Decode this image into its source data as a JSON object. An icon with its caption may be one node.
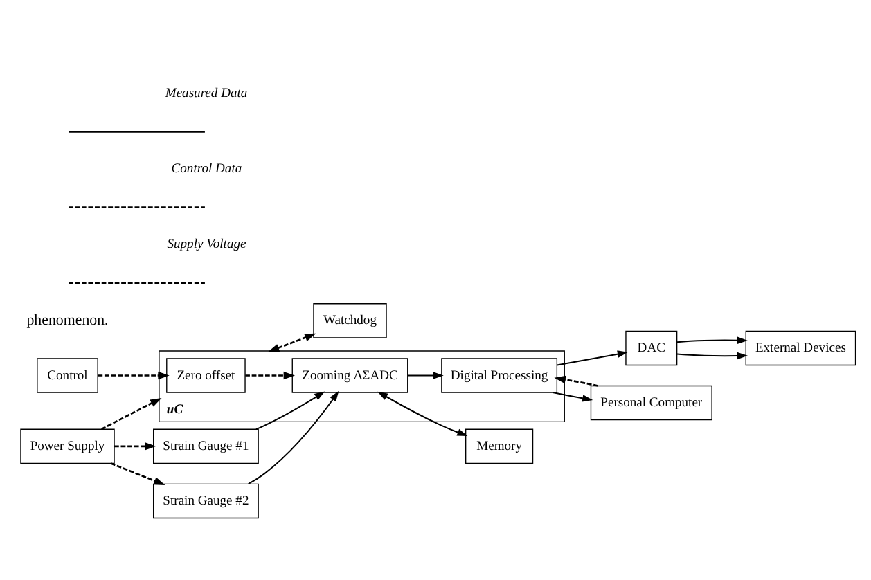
{
  "diagram": {
    "nodes": [
      {
        "text": [
          "uC"
        ]
      },
      {
        "text": [
          "Zero offset"
        ],
        "in": 0
      },
      {
        "text": [
          "Zooming ΔΣADC"
        ],
        "in": 0
      },
      {
        "text": [
          "Digital Processing"
        ],
        "in": 0
      },
      {
        "text": [
          "Strain Gauge #1"
        ]
      },
      {
        "text": [
          "Strain Gauge #2"
        ]
      },
      {
        "text": [
          "Power Supply"
        ]
      },
      {
        "text": [
          "Control"
        ]
      },
      {
        "text": [
          "Memory"
        ]
      },
      {
        "text": [
          "Watchdog"
        ]
      },
      {
        "text": [
          "DAC"
        ]
      },
      {
        "text": [
          "Personal Computer"
        ]
      },
      {
        "text": [
          "External Devices"
        ]
      }
    ],
    "edges": [
      {
        "from": 6,
        "to": 4,
        "arrow": "to",
        "style": "dashed"
      },
      {
        "from": 6,
        "to": 5,
        "arrow": "to",
        "style": "dashed"
      },
      {
        "from": 6,
        "to": 0,
        "arrow": "to",
        "style": "dashed"
      },
      {
        "from": 4,
        "to": 2,
        "arrow": "to"
      },
      {
        "from": 5,
        "to": 2,
        "arrow": "to"
      },
      {
        "from": 7,
        "to": 1,
        "arrow": "to",
        "style": "dashed"
      },
      {
        "from": 1,
        "to": 2,
        "arrow": "to",
        "style": "dashed"
      },
      {
        "from": 2,
        "to": 8,
        "arrow": "both"
      },
      {
        "from": 9,
        "to": 0,
        "arrow": "both",
        "style": "dashed"
      },
      {
        "from": 2,
        "to": 3,
        "arrow": "to"
      },
      {
        "from": 3,
        "to": 10,
        "arrow": "to"
      },
      {
        "from": 11,
        "to": 3,
        "arrow": "to",
        "style": "dashed"
      },
      {
        "from": 3,
        "to": 11,
        "arrow": "to"
      },
      {
        "from": 10,
        "to": 12,
        "arrow": "to"
      },
      {
        "from": 10,
        "to": 12,
        "arrow": "to"
      }
    ],
    "labels": [
      "phenomenon."
    ],
    "legend": [
      {
        "text": "Measured Data"
      },
      {
        "text": "Control Data"
      },
      {
        "text": "Supply Voltage"
      }
    ]
  }
}
